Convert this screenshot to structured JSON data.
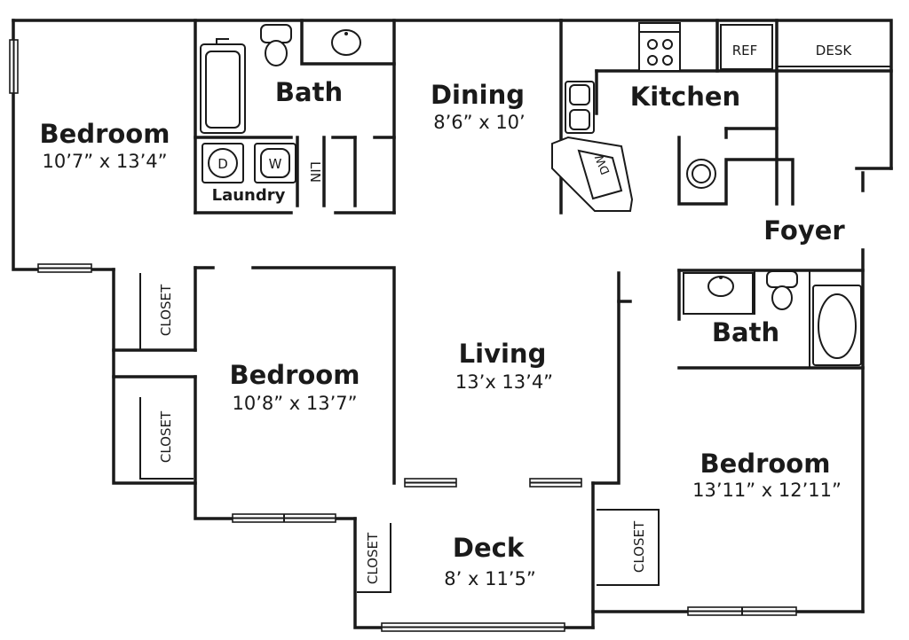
{
  "rooms": {
    "bedroom_nw": {
      "name": "Bedroom",
      "dims": "10’7” x 13’4”"
    },
    "bath_top": {
      "name": "Bath"
    },
    "dining": {
      "name": "Dining",
      "dims": "8’6” x 10’"
    },
    "kitchen": {
      "name": "Kitchen"
    },
    "laundry": {
      "name": "Laundry",
      "dryer": "D",
      "washer": "W",
      "linen": "LIN"
    },
    "ref": "REF",
    "desk": "DESK",
    "dw": "DW",
    "foyer": {
      "name": "Foyer"
    },
    "bedroom_center": {
      "name": "Bedroom",
      "dims": "10’8” x 13’7”"
    },
    "living": {
      "name": "Living",
      "dims": "13’x 13’4”"
    },
    "bath_right": {
      "name": "Bath"
    },
    "bedroom_se": {
      "name": "Bedroom",
      "dims": "13’11” x 12’11”"
    },
    "deck": {
      "name": "Deck",
      "dims": "8’ x 11’5”"
    },
    "closets": {
      "a": "CLOSET",
      "b": "CLOSET",
      "c": "CLOSET",
      "d": "CLOSET"
    }
  }
}
